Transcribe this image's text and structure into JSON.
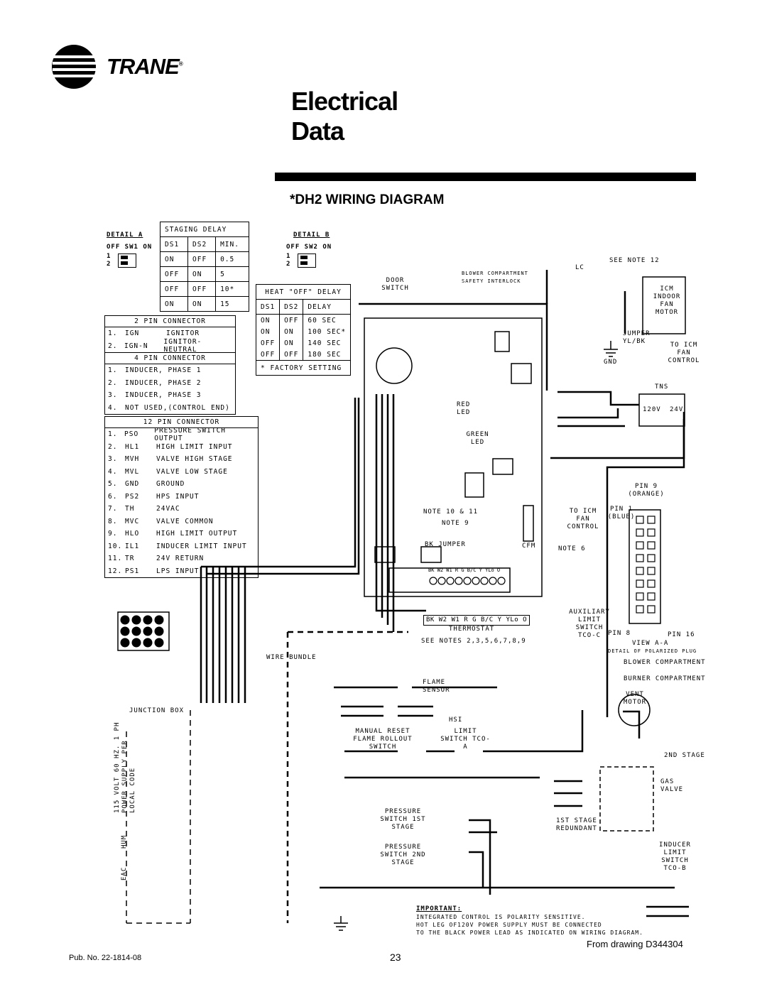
{
  "brand": {
    "name": "TRANE",
    "reg": "®"
  },
  "header": {
    "title_line1": "Electrical",
    "title_line2": "Data",
    "section": "*DH2 WIRING DIAGRAM"
  },
  "detail_a": {
    "title": "DETAIL A",
    "switch_label": "OFF SW1 ON",
    "pos1": "1",
    "pos2": "2"
  },
  "detail_b": {
    "title": "DETAIL B",
    "switch_label": "OFF SW2 ON",
    "pos1": "1",
    "pos2": "2"
  },
  "staging_delay": {
    "title": "STAGING DELAY",
    "columns": [
      "DS1",
      "DS2",
      "MIN."
    ],
    "rows": [
      [
        "ON",
        "OFF",
        "0.5"
      ],
      [
        "OFF",
        "ON",
        "5"
      ],
      [
        "OFF",
        "OFF",
        "10*"
      ],
      [
        "ON",
        "ON",
        "15"
      ]
    ]
  },
  "heat_off_delay": {
    "title": "HEAT \"OFF\" DELAY",
    "columns": [
      "DS1",
      "DS2",
      "DELAY"
    ],
    "rows": [
      [
        "ON",
        "OFF",
        "60 SEC"
      ],
      [
        "ON",
        "ON",
        "100 SEC*"
      ],
      [
        "OFF",
        "ON",
        "140 SEC"
      ],
      [
        "OFF",
        "OFF",
        "180 SEC"
      ]
    ],
    "note": "* FACTORY SETTING"
  },
  "pin2": {
    "title": "2 PIN CONNECTOR",
    "rows": [
      [
        "1.",
        "IGN",
        "IGNITOR"
      ],
      [
        "2.",
        "IGN-N",
        "IGNITOR-NEUTRAL"
      ]
    ]
  },
  "pin4": {
    "title": "4 PIN CONNECTOR",
    "rows": [
      [
        "1.",
        "INDUCER, PHASE 1"
      ],
      [
        "2.",
        "INDUCER, PHASE 2"
      ],
      [
        "3.",
        "INDUCER, PHASE 3"
      ],
      [
        "4.",
        "NOT USED,(CONTROL END)"
      ]
    ]
  },
  "pin12": {
    "title": "12 PIN CONNECTOR",
    "rows": [
      [
        "1.",
        "PSO",
        "PRESSURE SWITCH OUTPUT"
      ],
      [
        "2.",
        "HL1",
        "HIGH LIMIT INPUT"
      ],
      [
        "3.",
        "MVH",
        "VALVE HIGH STAGE"
      ],
      [
        "4.",
        "MVL",
        "VALVE LOW STAGE"
      ],
      [
        "5.",
        "GND",
        "GROUND"
      ],
      [
        "6.",
        "PS2",
        "HPS INPUT"
      ],
      [
        "7.",
        "TH",
        "24VAC"
      ],
      [
        "8.",
        "MVC",
        "VALVE COMMON"
      ],
      [
        "9.",
        "HLO",
        "HIGH LIMIT OUTPUT"
      ],
      [
        "10.",
        "IL1",
        "INDUCER LIMIT INPUT"
      ],
      [
        "11.",
        "TR",
        "24V RETURN"
      ],
      [
        "12.",
        "PS1",
        "LPS INPUT"
      ]
    ]
  },
  "labels": {
    "door_switch": "DOOR SWITCH",
    "blower_interlock": "BLOWER COMPARTMENT SAFETY INTERLOCK",
    "see_note_12": "SEE NOTE 12",
    "lc": "LC",
    "icm_indoor": "ICM INDOOR FAN MOTOR",
    "jumper": "JUMPER YL/BK",
    "to_icm_fan_control": "TO ICM FAN CONTROL",
    "gnd": "GND",
    "tns": "TNS",
    "v120": "120V",
    "v24": "24V",
    "red_led": "RED LED",
    "green_led": "GREEN LED",
    "pin9": "PIN 9 (ORANGE)",
    "pin1": "PIN 1 (BLUE)",
    "note_10_11": "NOTE 10 & 11",
    "note_9": "NOTE 9",
    "bk_jumper": "BK JUMPER",
    "cfm": "CFM",
    "note_6": "NOTE 6",
    "to_icm_fan_control2": "TO ICM FAN CONTROL",
    "aux_limit": "AUXILIARY LIMIT SWITCH TCO-C",
    "pin8": "PIN 8",
    "pin16": "PIN 16",
    "view_aa": "VIEW A-A",
    "detail_plug": "DETAIL OF POLARIZED PLUG",
    "thermostat": "THERMOSTAT",
    "thermo_terms": "BK W2 W1 R G B/C Y YLo O",
    "board_terms": "BK W2 W1 R G B/C Y YLo O",
    "see_notes": "SEE NOTES 2,3,5,6,7,8,9",
    "wire_bundle": "WIRE BUNDLE",
    "flame_sensor": "FLAME SENSOR",
    "hsi": "HSI",
    "blower_compartment": "BLOWER COMPARTMENT",
    "burner_compartment": "BURNER COMPARTMENT",
    "vent_motor": "VENT MOTOR",
    "manual_reset": "MANUAL RESET FLAME ROLLOUT SWITCH",
    "limit_switch": "LIMIT SWITCH TCO-A",
    "stage2": "2ND STAGE",
    "gas_valve": "GAS VALVE",
    "stage1_redundant": "1ST STAGE REDUNDANT",
    "ps1": "PRESSURE SWITCH 1ST STAGE",
    "ps2": "PRESSURE SWITCH 2ND STAGE",
    "inducer_limit": "INDUCER LIMIT SWITCH TCO-B",
    "junction_box": "JUNCTION BOX",
    "power_supply": "115 VOLT 60 HZ. 1 PH POWER SUPPLY PER LOCAL CODE",
    "hum": "HUM",
    "eac": "EAC",
    "important_title": "IMPORTANT:",
    "important_1": "INTEGRATED CONTROL IS POLARITY SENSITIVE.",
    "important_2": "HOT LEG OF120V POWER SUPPLY MUST BE CONNECTED",
    "important_3": "TO THE BLACK POWER LEAD AS INDICATED ON WIRING DIAGRAM."
  },
  "footer": {
    "pub": "Pub. No. 22-1814-08",
    "page": "23",
    "drawing": "From drawing D344304"
  }
}
